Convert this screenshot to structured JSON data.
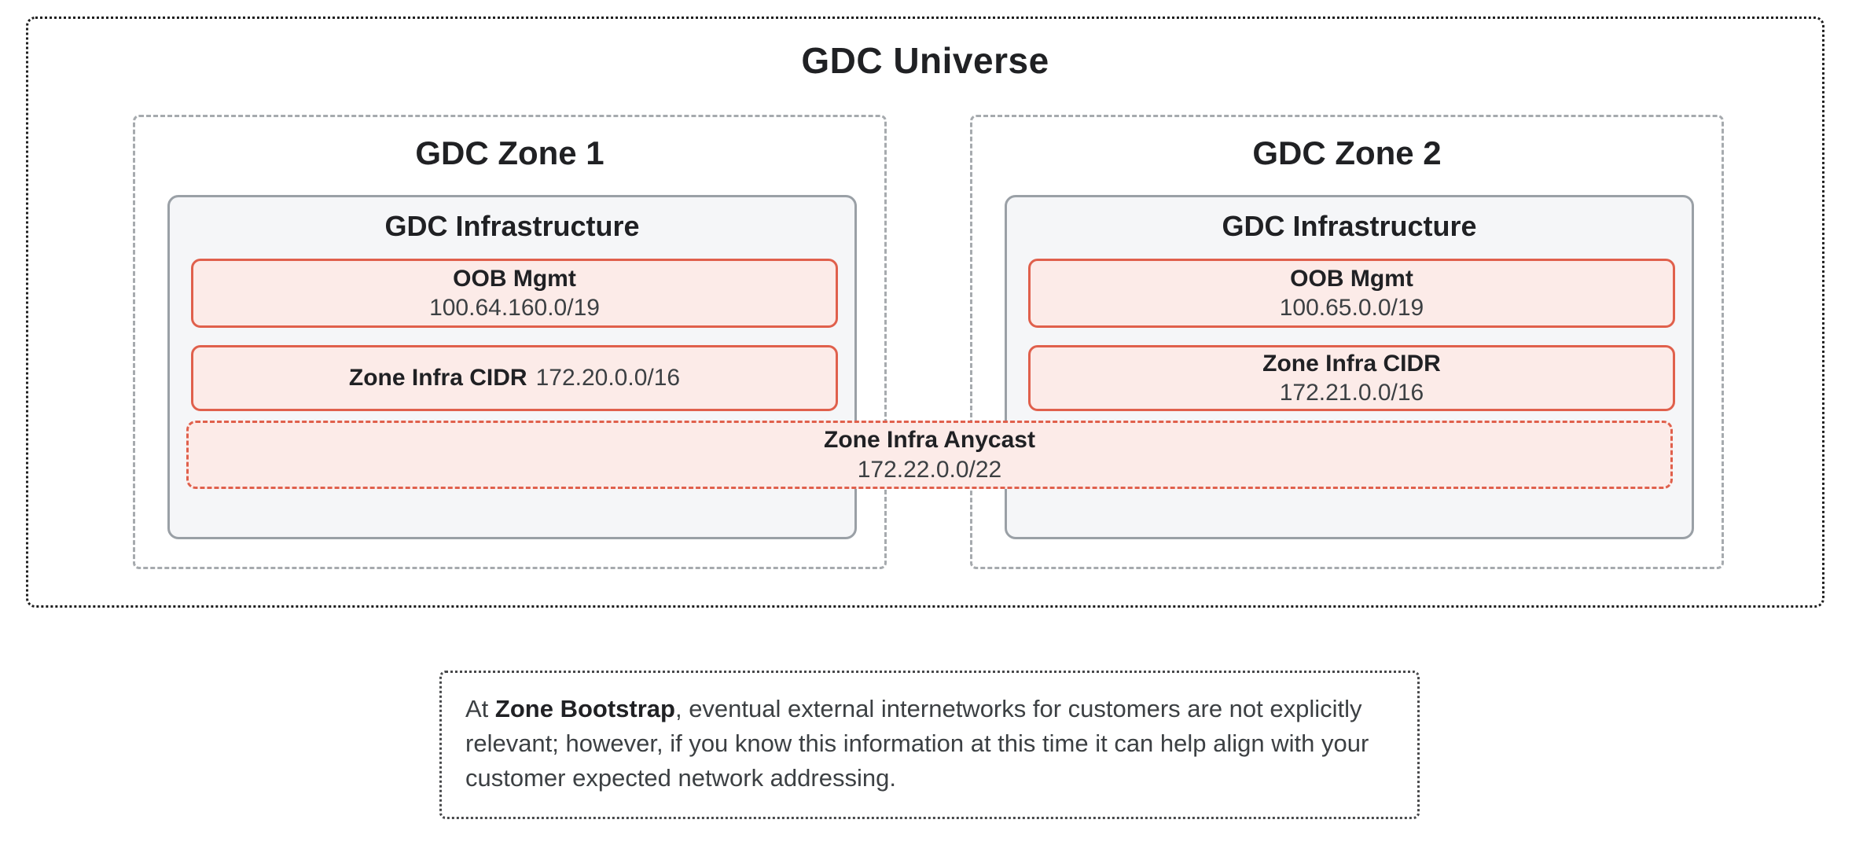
{
  "universe": {
    "title": "GDC Universe",
    "zones": [
      {
        "title": "GDC Zone 1",
        "infrastructure": {
          "title": "GDC Infrastructure",
          "oob": {
            "label": "OOB Mgmt",
            "cidr": "100.64.160.0/19"
          },
          "zone_infra": {
            "label": "Zone Infra CIDR",
            "cidr": "172.20.0.0/16"
          }
        }
      },
      {
        "title": "GDC Zone 2",
        "infrastructure": {
          "title": "GDC Infrastructure",
          "oob": {
            "label": "OOB Mgmt",
            "cidr": "100.65.0.0/19"
          },
          "zone_infra": {
            "label": "Zone Infra CIDR",
            "cidr": "172.21.0.0/16"
          }
        }
      }
    ],
    "anycast": {
      "label": "Zone Infra Anycast",
      "cidr": "172.22.0.0/22"
    }
  },
  "note": {
    "prefix": "At ",
    "bold": "Zone Bootstrap",
    "rest": ", eventual external internetworks for customers are not explicitly relevant; however, if you know this information at this time it can help align with your customer expected network addressing."
  },
  "colors": {
    "red_border": "#e0604c",
    "red_bg": "#fcebe8",
    "gray_border": "#9aa0a6",
    "infra_bg": "#f5f6f8",
    "zone_border": "#a6aaae",
    "outline_dark": "#1f1f1f",
    "text_dark": "#202124",
    "text_body": "#3c4043"
  }
}
